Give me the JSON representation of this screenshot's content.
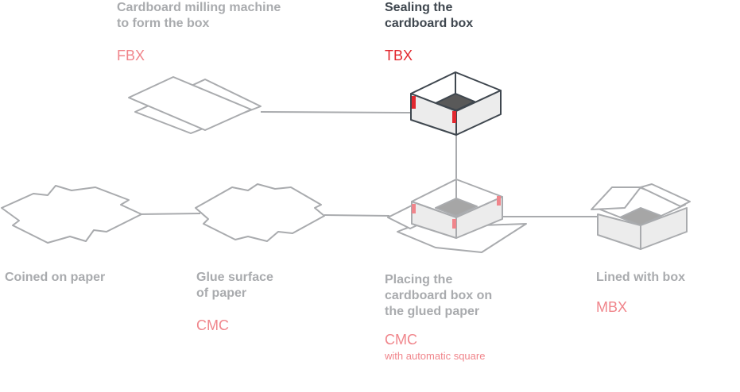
{
  "steps": {
    "fbx": {
      "label_lines": [
        "Cardboard milling machine",
        "to form the box"
      ],
      "code": "FBX"
    },
    "tbx": {
      "label_lines": [
        "Sealing the",
        "cardboard box"
      ],
      "code": "TBX"
    },
    "coined": {
      "label_lines": [
        "Coined on paper"
      ]
    },
    "glue": {
      "label_lines": [
        "Glue surface",
        "of paper"
      ],
      "code": "CMC"
    },
    "place": {
      "label_lines": [
        "Placing the",
        "cardboard box on",
        "the glued paper"
      ],
      "code": "CMC",
      "note": "with automatic square"
    },
    "mbx": {
      "label_lines": [
        "Lined with box"
      ],
      "code": "MBX"
    }
  },
  "colors": {
    "line": "#a9abae",
    "active_line": "#3f474f",
    "code": "#f0858b",
    "active_code": "#e2282f",
    "inner_fill": "#a6a6a6",
    "box_fill": "#ececec"
  }
}
